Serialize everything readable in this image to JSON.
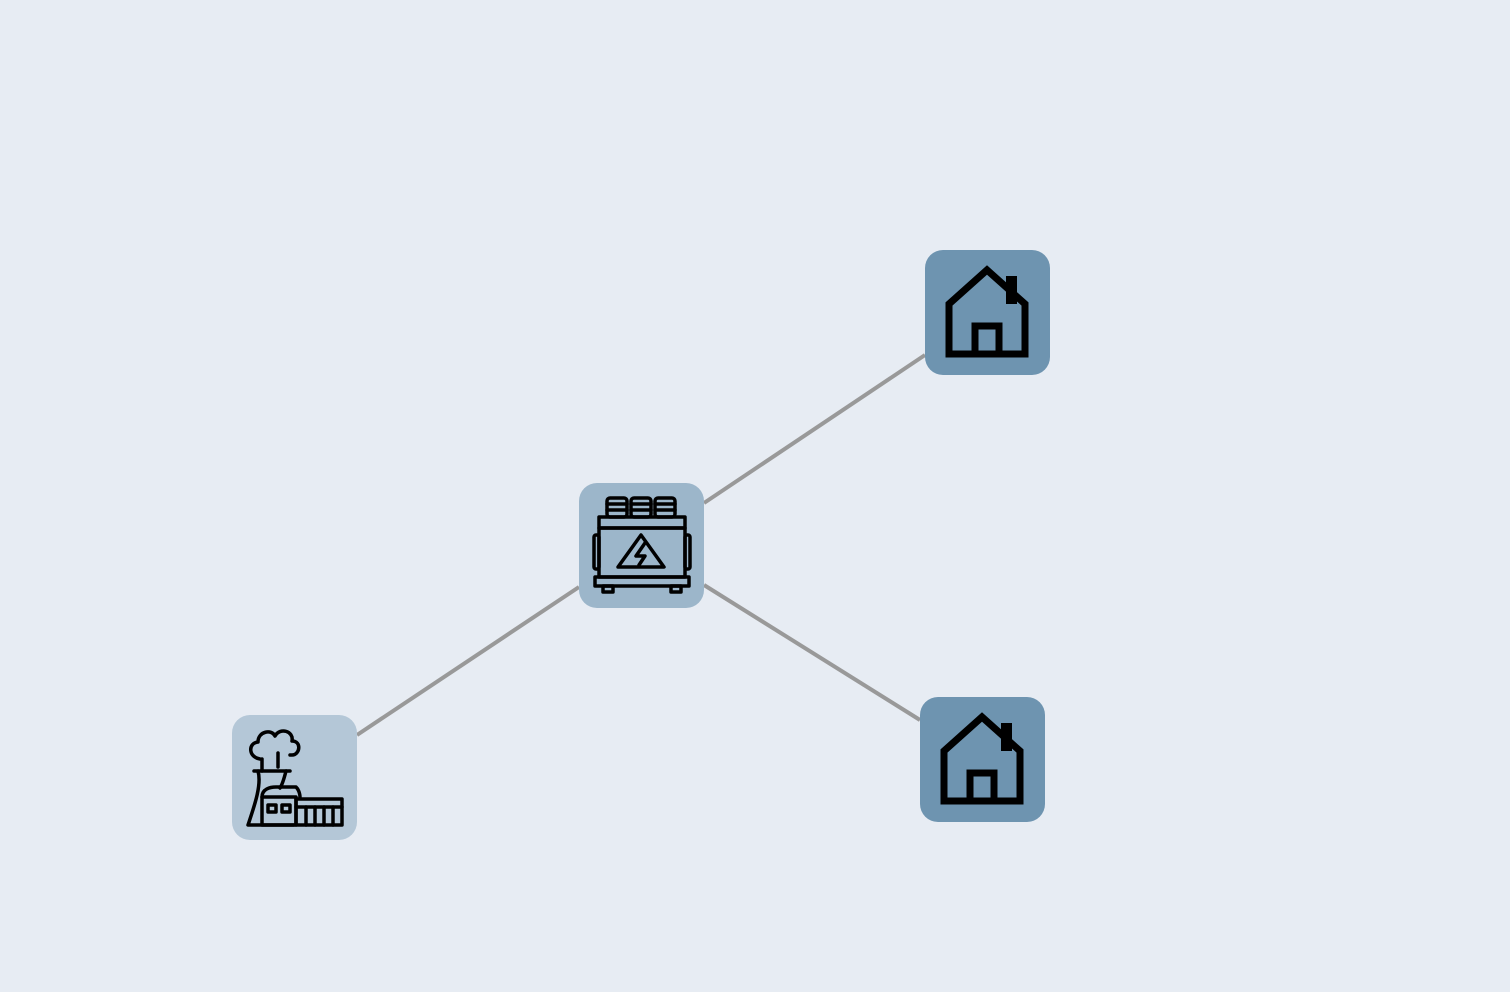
{
  "diagram": {
    "background": "#e7ecf3",
    "edge_color": "#999999",
    "nodes": [
      {
        "id": "power-plant",
        "icon": "power-plant-icon",
        "color": "#b4c7d7"
      },
      {
        "id": "transformer",
        "icon": "transformer-icon",
        "color": "#9cb6ca"
      },
      {
        "id": "house-1",
        "icon": "house-icon",
        "color": "#6e94b0"
      },
      {
        "id": "house-2",
        "icon": "house-icon",
        "color": "#6e94b0"
      }
    ],
    "edges": [
      {
        "from": "power-plant",
        "to": "transformer"
      },
      {
        "from": "transformer",
        "to": "house-1"
      },
      {
        "from": "transformer",
        "to": "house-2"
      }
    ]
  }
}
